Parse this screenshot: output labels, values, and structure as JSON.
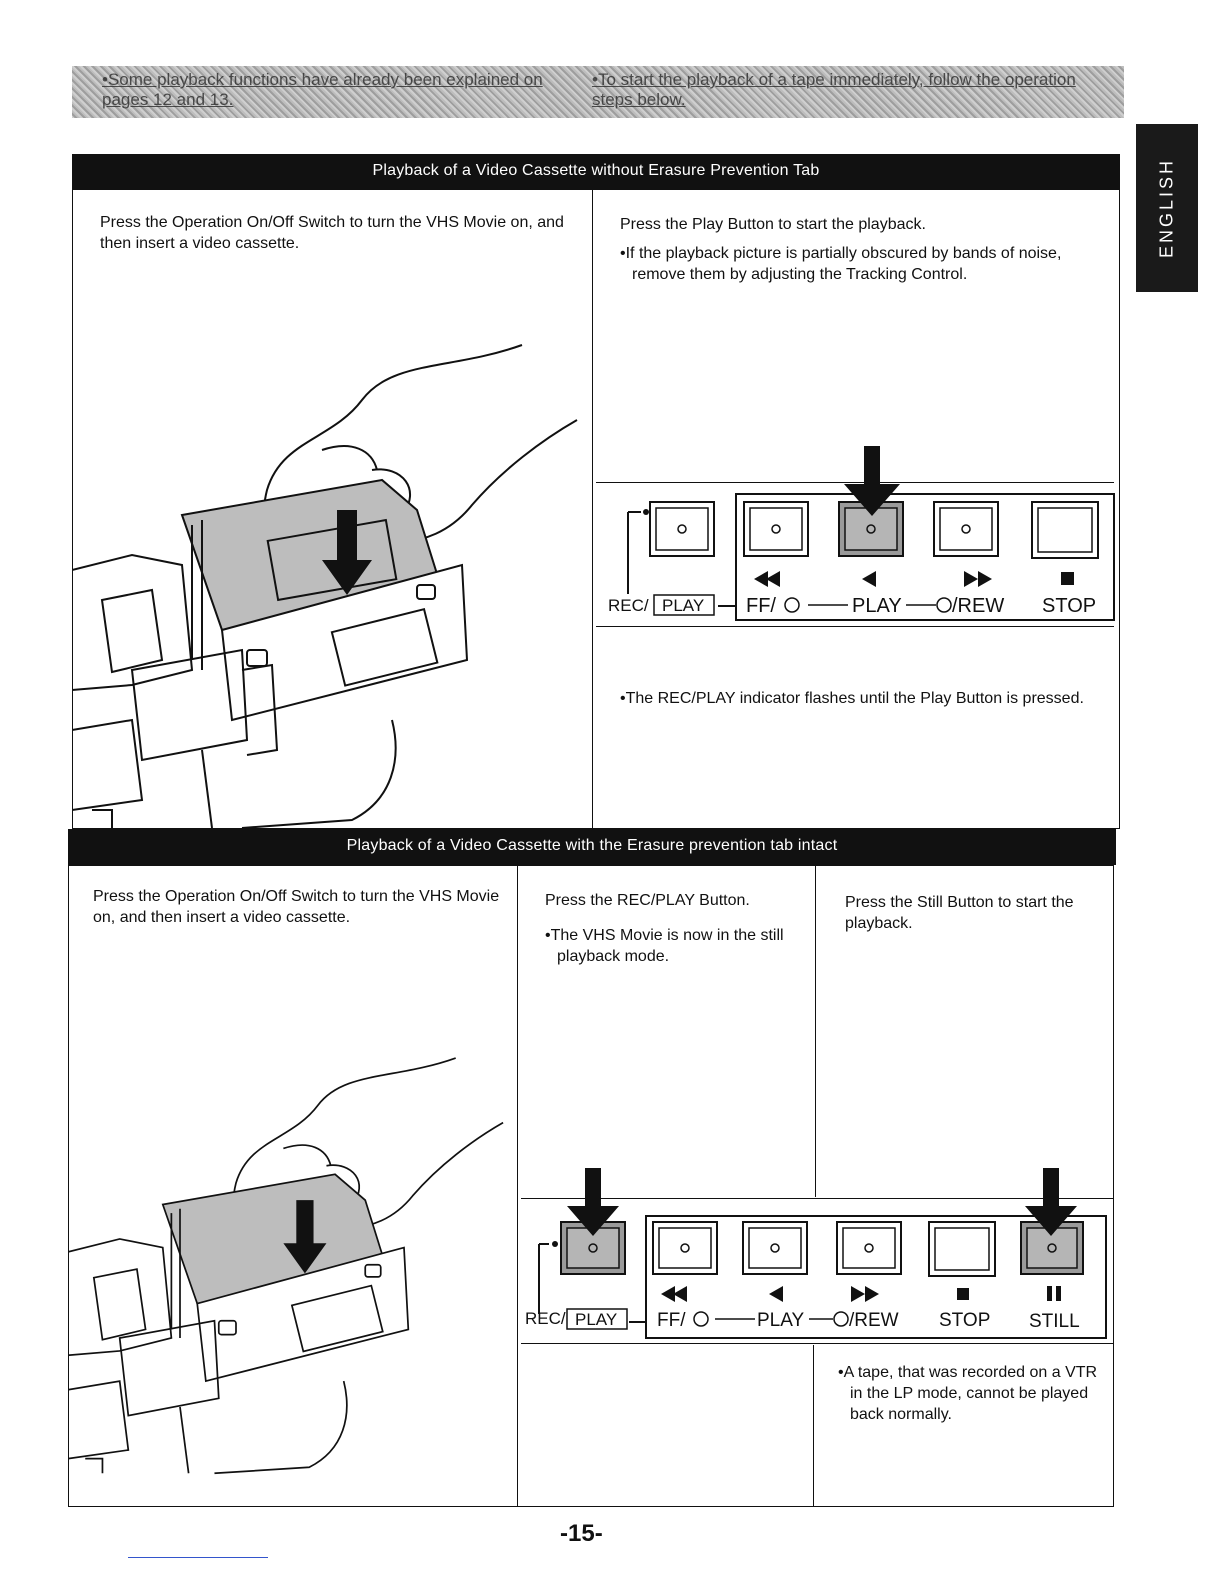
{
  "banner": {
    "left_text": "•Some playback functions have already been explained on pages 12 and 13.",
    "right_text": "•To start the playback of a tape immediately, follow the operation steps below."
  },
  "side_tab": {
    "label": "ENGLISH"
  },
  "section1": {
    "title": "Playback of a Video Cassette without Erasure Prevention Tab",
    "left_text": "Press the Operation On/Off Switch to turn the VHS Movie on, and then insert a video cassette.",
    "right_text": "Press the Play Button to start the playback.",
    "right_bullet": "•If the playback picture is partially obscured by bands of noise, remove them by adjusting the Tracking Control.",
    "panel_note": "•The REC/PLAY indicator flashes until the Play Button is pressed.",
    "panel": {
      "rec_label": "REC/",
      "play_box": "PLAY",
      "ff_label": "FF/",
      "play_label": "PLAY",
      "rew_label": "/REW",
      "stop_label": "STOP"
    }
  },
  "section2": {
    "title": "Playback of a Video Cassette with the Erasure prevention tab intact",
    "left_text": "Press the Operation On/Off Switch to turn the VHS Movie on, and then insert a video cassette.",
    "middle_text": "Press the REC/PLAY Button.",
    "middle_bullet": "•The VHS Movie is now in the still playback mode.",
    "right_text": "Press the Still Button to start the playback.",
    "right_note": "•A tape, that was recorded on a VTR in the LP mode, cannot be played back normally.",
    "panel": {
      "rec_label": "REC/",
      "play_box": "PLAY",
      "ff_label": "FF/",
      "play_label": "PLAY",
      "rew_label": "/REW",
      "stop_label": "STOP",
      "still_label": "STILL"
    }
  },
  "page_number": "-15-"
}
